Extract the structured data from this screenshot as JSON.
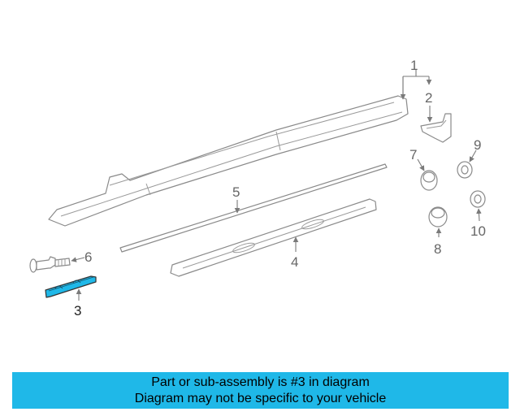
{
  "diagram": {
    "highlight_color": "#1fb8e8",
    "callouts": {
      "c1": "1",
      "c2": "2",
      "c3": "3",
      "c4": "4",
      "c5": "5",
      "c6": "6",
      "c7": "7",
      "c8": "8",
      "c9": "9",
      "c10": "10"
    },
    "highlighted_part": "3"
  },
  "banner": {
    "line1": "Part or sub-assembly is #3 in diagram",
    "line2": "Diagram may not be specific to your vehicle",
    "color": "#1fb8e8"
  }
}
